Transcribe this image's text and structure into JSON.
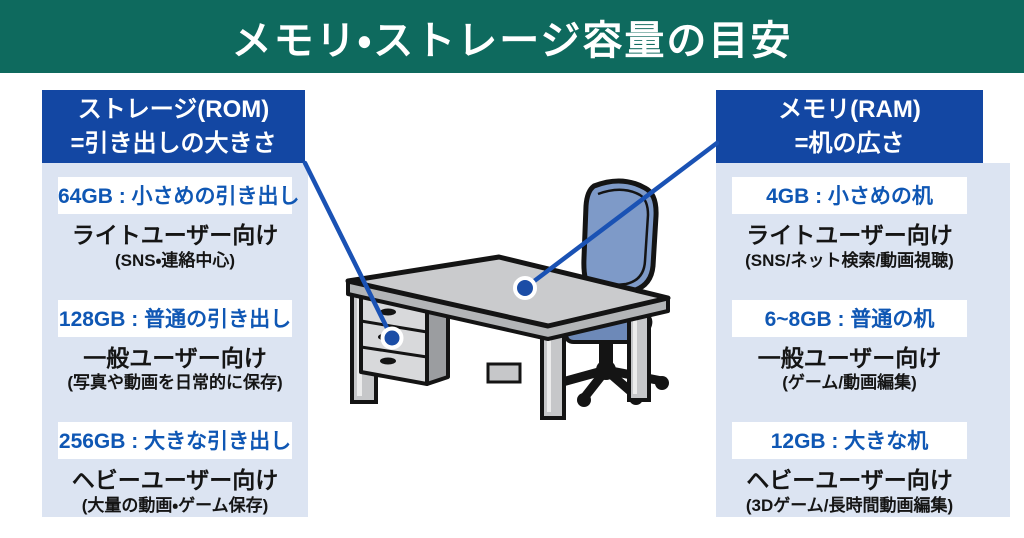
{
  "title": "メモリ・ストレージ容量の目安",
  "storage": {
    "header_line1": "ストレージ(ROM)",
    "header_line2": "=引き出しの大きさ",
    "metaphor": "drawer-size",
    "items": [
      {
        "badge": "64GB : 小さめの引き出し",
        "user": "ライトユーザー向け",
        "note": "(SNS・連絡中心)"
      },
      {
        "badge": "128GB : 普通の引き出し",
        "user": "一般ユーザー向け",
        "note": "(写真や動画を日常的に保存)"
      },
      {
        "badge": "256GB : 大きな引き出し",
        "user": "ヘビーユーザー向け",
        "note": "(大量の動画・ゲーム保存)"
      }
    ]
  },
  "memory": {
    "header_line1": "メモリ(RAM)",
    "header_line2": "=机の広さ",
    "metaphor": "desk-surface-size",
    "items": [
      {
        "badge": "4GB : 小さめの机",
        "user": "ライトユーザー向け",
        "note": "(SNS/ネット検索/動画視聴)"
      },
      {
        "badge": "6~8GB : 普通の机",
        "user": "一般ユーザー向け",
        "note": "(ゲーム/動画編集)"
      },
      {
        "badge": "12GB : 大きな机",
        "user": "ヘビーユーザー向け",
        "note": "(3Dゲーム/長時間動画編集)"
      }
    ]
  },
  "illustration": {
    "scene": "desk-with-drawers-and-office-chair",
    "rom_marker": "dot-on-drawer-unit",
    "ram_marker": "dot-on-desk-surface"
  },
  "colors": {
    "banner_teal": "#0e6a5e",
    "header_blue": "#1347a3",
    "panel_light_blue": "#dce4f2",
    "badge_text_blue": "#0f57b4",
    "connector_blue": "#1a52b4",
    "marker_dot_blue": "#1b4da6",
    "desk_gray": "#cacbcd",
    "chair_blue": "#7e9ac8"
  }
}
